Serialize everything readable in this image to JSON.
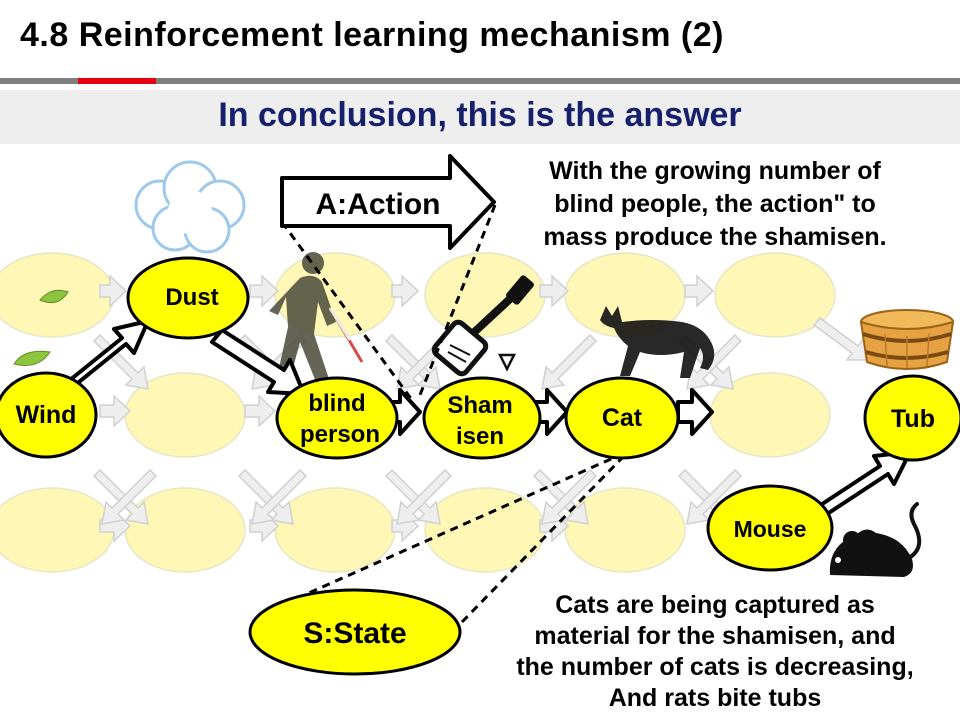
{
  "header": {
    "title": "4.8 Reinforcement learning mechanism (2)",
    "subtitle": "In conclusion, this is the answer",
    "accent_color": "#e60012",
    "subtitle_color": "#17206b"
  },
  "diagram": {
    "node_fill_active": "#ffff00",
    "node_fill_inactive": "#fff7b5",
    "nodes": {
      "wind": "Wind",
      "dust": "Dust",
      "blind_line1": "blind",
      "blind_line2": "person",
      "shamisen_line1": "Sham",
      "shamisen_line2": "isen",
      "cat": "Cat",
      "mouse": "Mouse",
      "tub": "Tub"
    },
    "action_label": "A:Action",
    "state_label": "S:State",
    "action_note": [
      "With the growing number of",
      "blind people, the action\" to",
      "mass produce the shamisen."
    ],
    "state_note": [
      "Cats are being captured as",
      "material for the shamisen, and",
      "the number of cats is decreasing,",
      "And rats bite tubs"
    ],
    "icons": [
      "cloud-icon",
      "leaf-icon",
      "walking-blind-person-icon",
      "shamisen-icon",
      "cat-icon",
      "wooden-tub-icon",
      "mouse-icon"
    ]
  }
}
